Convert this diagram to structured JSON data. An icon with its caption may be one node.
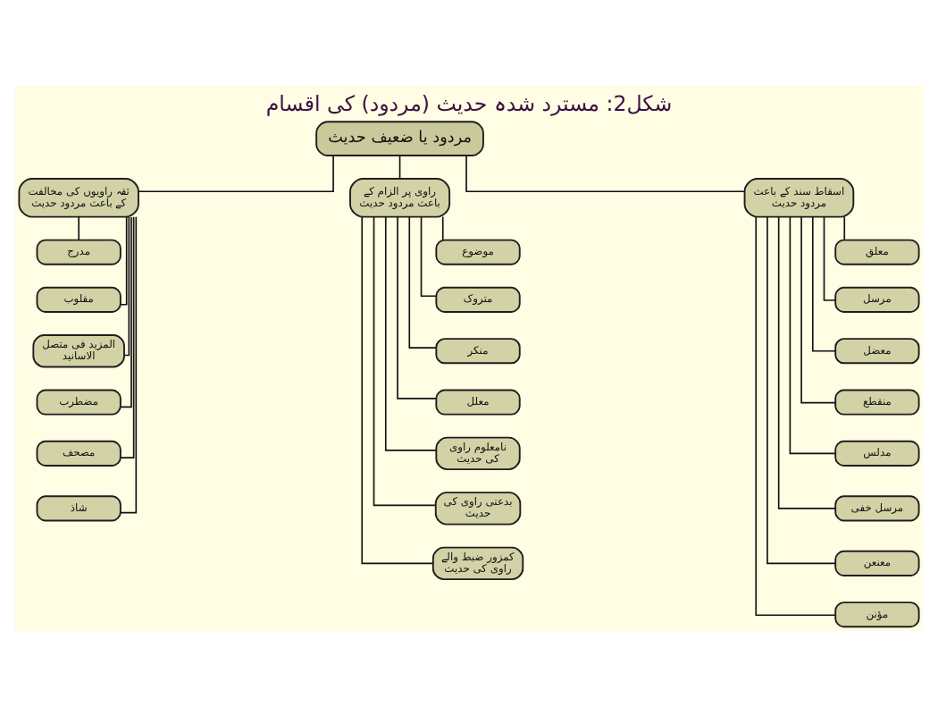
{
  "diagram": {
    "title": "شکل2: مسترد شدہ حدیث (مردود) کی اقسام",
    "nodes": [
      {
        "text": [
          "مردود یا ضعیف حدیث"
        ]
      },
      {
        "text": [
          "اسقاط سند کے باعث مردود حدیث"
        ]
      },
      {
        "text": [
          "راوی پر الزام کے باعث مردود حدیث"
        ]
      },
      {
        "text": [
          "ثقہ راویوں کی مخالفت کے باعث مردود حدیث"
        ]
      },
      {
        "text": [
          "معلق"
        ]
      },
      {
        "text": [
          "مرسل"
        ]
      },
      {
        "text": [
          "معضل"
        ]
      },
      {
        "text": [
          "منقطع"
        ]
      },
      {
        "text": [
          "مدلس"
        ]
      },
      {
        "text": [
          "مرسل خفی"
        ]
      },
      {
        "text": [
          "معنعن"
        ]
      },
      {
        "text": [
          "مؤنن"
        ]
      },
      {
        "text": [
          "موضوع"
        ]
      },
      {
        "text": [
          "متروک"
        ]
      },
      {
        "text": [
          "منکر"
        ]
      },
      {
        "text": [
          "معلل"
        ]
      },
      {
        "text": [
          "نامعلوم راوی کی حدیث"
        ]
      },
      {
        "text": [
          "بدعتی راوی کی حدیث"
        ]
      },
      {
        "text": [
          "کمزور ضبط والے راوی کی حدیث"
        ]
      },
      {
        "text": [
          "مدرج"
        ]
      },
      {
        "text": [
          "مقلوب"
        ]
      },
      {
        "text": [
          "المزید فی متصل الاسانید"
        ]
      },
      {
        "text": [
          "مضطرب"
        ]
      },
      {
        "text": [
          "مصحف"
        ]
      },
      {
        "text": [
          "شاذ"
        ]
      }
    ],
    "edges": [
      {
        "from": 0,
        "to": 1,
        "arrow": "none"
      },
      {
        "from": 0,
        "to": 2,
        "arrow": "none"
      },
      {
        "from": 0,
        "to": 3,
        "arrow": "none"
      },
      {
        "from": 1,
        "to": 4,
        "arrow": "none"
      },
      {
        "from": 1,
        "to": 5,
        "arrow": "none"
      },
      {
        "from": 1,
        "to": 6,
        "arrow": "none"
      },
      {
        "from": 1,
        "to": 7,
        "arrow": "none"
      },
      {
        "from": 1,
        "to": 8,
        "arrow": "none"
      },
      {
        "from": 1,
        "to": 9,
        "arrow": "none"
      },
      {
        "from": 1,
        "to": 10,
        "arrow": "none"
      },
      {
        "from": 1,
        "to": 11,
        "arrow": "none"
      },
      {
        "from": 2,
        "to": 12,
        "arrow": "none"
      },
      {
        "from": 2,
        "to": 13,
        "arrow": "none"
      },
      {
        "from": 2,
        "to": 14,
        "arrow": "none"
      },
      {
        "from": 2,
        "to": 15,
        "arrow": "none"
      },
      {
        "from": 2,
        "to": 16,
        "arrow": "none"
      },
      {
        "from": 2,
        "to": 17,
        "arrow": "none"
      },
      {
        "from": 2,
        "to": 18,
        "arrow": "none"
      },
      {
        "from": 3,
        "to": 19,
        "arrow": "none"
      },
      {
        "from": 3,
        "to": 20,
        "arrow": "none"
      },
      {
        "from": 3,
        "to": 21,
        "arrow": "none"
      },
      {
        "from": 3,
        "to": 22,
        "arrow": "none"
      },
      {
        "from": 3,
        "to": 23,
        "arrow": "none"
      },
      {
        "from": 3,
        "to": 24,
        "arrow": "none"
      }
    ]
  }
}
